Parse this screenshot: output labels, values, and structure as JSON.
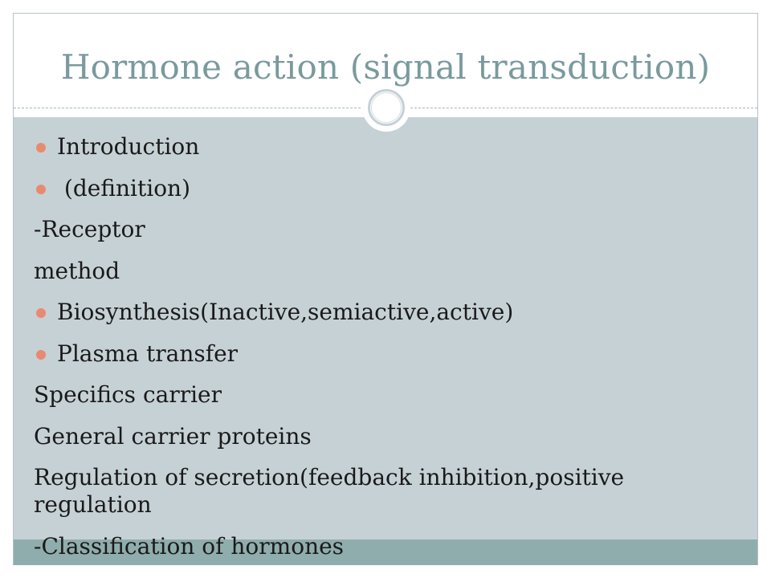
{
  "slide": {
    "title": "Hormone action (signal transduction)",
    "lines": [
      {
        "text": "Introduction",
        "bullet": true
      },
      {
        "text": " (definition)",
        "bullet": true
      },
      {
        "text": "-Receptor",
        "bullet": false
      },
      {
        "text": "method",
        "bullet": false
      },
      {
        "text": "Biosynthesis(Inactive,semiactive,active)",
        "bullet": true
      },
      {
        "text": "Plasma transfer",
        "bullet": true
      },
      {
        "text": "Specifics carrier",
        "bullet": false
      },
      {
        "text": "General carrier proteins",
        "bullet": false
      },
      {
        "text": "Regulation of secretion(feedback inhibition,positive regulation",
        "bullet": false
      },
      {
        "text": "-Classification of hormones",
        "bullet": false
      }
    ]
  },
  "colors": {
    "title": "#7a9a9d",
    "panel": "#c6d1d6",
    "footer_band": "#8fadac",
    "bullet": "#e88a6f"
  }
}
